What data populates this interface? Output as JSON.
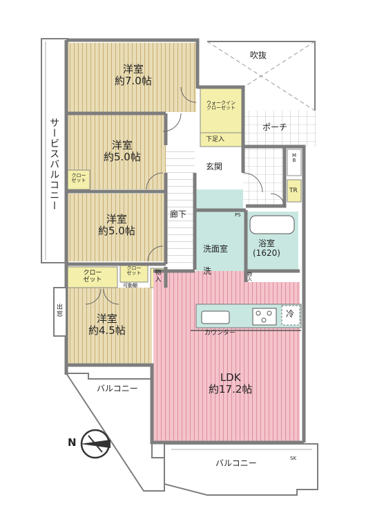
{
  "colors": {
    "wall": "#7d7d7d",
    "bedroom_floor": "#e9ddb7",
    "bedroom_lines": "#c8ae70",
    "ldk_floor": "#f4c3cc",
    "ldk_lines": "#de8e9b",
    "wet_area": "#c9e7e1",
    "closet": "#f4efaa",
    "pink_label_box": "#f8dfe4"
  },
  "rooms": {
    "bedroom1": {
      "name": "洋室",
      "size": "約7.0帖"
    },
    "bedroom2": {
      "name": "洋室",
      "size": "約5.0帖"
    },
    "bedroom3": {
      "name": "洋室",
      "size": "約5.0帖"
    },
    "bedroom4": {
      "name": "洋室",
      "size": "約4.5帖"
    },
    "ldk": {
      "name": "LDK",
      "size": "約17.2帖"
    }
  },
  "labels": {
    "void": "吹抜",
    "porch": "ポーチ",
    "entrance": "玄関",
    "shoe_rack": "下足入",
    "walkin_closet": "ウォークイン\nクローゼット",
    "corridor": "廊下",
    "washroom": "洗面室",
    "bathroom": "浴室\n(1620)",
    "ps": "PS",
    "mb": "M\nB",
    "tr": "TR",
    "closet_small_1": "クロー\nゼット",
    "closet_small_2": "クロー\nゼット",
    "closet_left": "クロー\nゼット",
    "storage": "物\n入",
    "storage_small": "物\n入",
    "movable_shelf": "可動棚",
    "washer": "洗",
    "fridge": "冷",
    "counter": "カウンター",
    "bay_window": "出\n窓",
    "service_balcony": "サービスバルコニー",
    "balcony_left": "バルコニー",
    "balcony_bottom": "バルコニー",
    "sk": "SK",
    "compass": "N"
  }
}
